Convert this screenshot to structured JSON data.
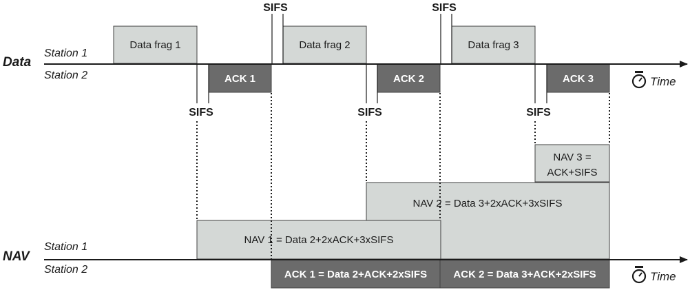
{
  "rows": {
    "data_label": "Data",
    "nav_label": "NAV",
    "station_1": "Station 1",
    "station_2": "Station 2",
    "time_label": "Time"
  },
  "sifs_label": "SIFS",
  "data_frames": [
    "Data frag 1",
    "Data frag 2",
    "Data frag 3"
  ],
  "ack_frames": [
    "ACK 1",
    "ACK 2",
    "ACK 3"
  ],
  "nav_boxes": {
    "nav3_line1": "NAV 3 =",
    "nav3_line2": "ACK+SIFS",
    "nav2": "NAV 2 = Data 3+2xACK+3xSIFS",
    "nav1": "NAV 1 = Data 2+2xACK+3xSIFS"
  },
  "station2_nav": {
    "ack1": "ACK 1 = Data 2+ACK+2xSIFS",
    "ack2": "ACK 2 = Data 3+ACK+2xSIFS"
  },
  "colors": {
    "light_box": "#d4d8d6",
    "dark_box": "#6b6b6b",
    "line": "#1a1a1a"
  },
  "icons": [
    "stopwatch-icon",
    "arrowhead-icon"
  ]
}
